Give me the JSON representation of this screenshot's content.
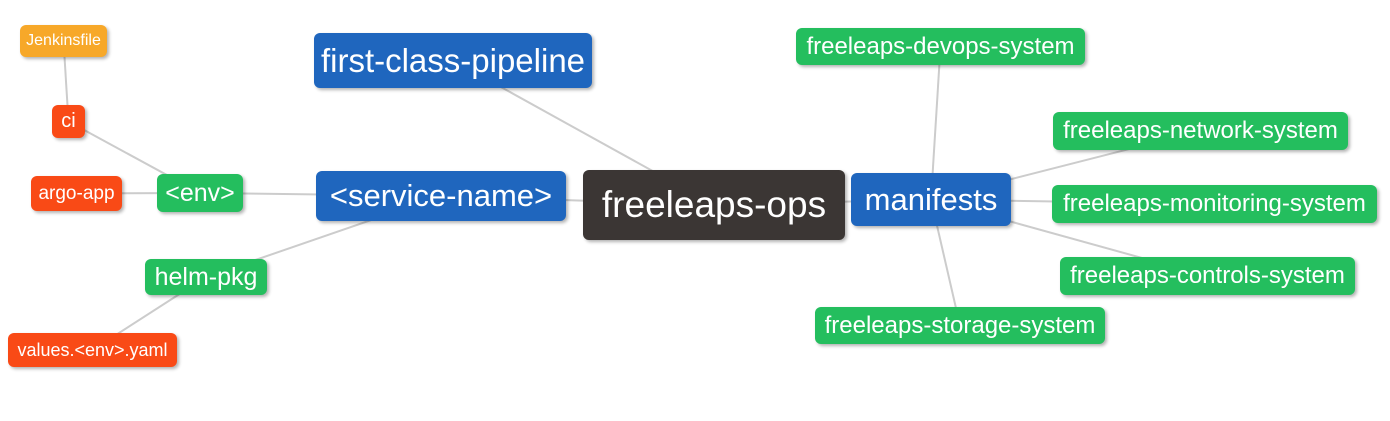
{
  "palette": {
    "blue": "#1f66be",
    "green": "#24be5e",
    "red": "#f94a16",
    "orange": "#f7a829",
    "dark": "#3b3634",
    "edge": "#cccccc",
    "text": "#ffffff",
    "background": "#ffffff"
  },
  "mindmap": {
    "root_label": "freeleaps-ops",
    "nodes": [
      {
        "id": "jenkinsfile",
        "label": "Jenkinsfile",
        "color": "orange"
      },
      {
        "id": "ci",
        "label": "ci",
        "color": "red"
      },
      {
        "id": "argo-app",
        "label": "argo-app",
        "color": "red"
      },
      {
        "id": "env",
        "label": "<env>",
        "color": "green"
      },
      {
        "id": "helm-pkg",
        "label": "helm-pkg",
        "color": "green"
      },
      {
        "id": "values",
        "label": "values.<env>.yaml",
        "color": "red"
      },
      {
        "id": "fcp",
        "label": "first-class-pipeline",
        "color": "blue"
      },
      {
        "id": "service",
        "label": "<service-name>",
        "color": "blue"
      },
      {
        "id": "ops",
        "label": "freeleaps-ops",
        "color": "dark"
      },
      {
        "id": "manifests",
        "label": "manifests",
        "color": "blue"
      },
      {
        "id": "devops",
        "label": "freeleaps-devops-system",
        "color": "green"
      },
      {
        "id": "network",
        "label": "freeleaps-network-system",
        "color": "green"
      },
      {
        "id": "monitoring",
        "label": "freeleaps-monitoring-system",
        "color": "green"
      },
      {
        "id": "controls",
        "label": "freeleaps-controls-system",
        "color": "green"
      },
      {
        "id": "storage",
        "label": "freeleaps-storage-system",
        "color": "green"
      }
    ],
    "edges": [
      {
        "from": "jenkinsfile",
        "to": "ci"
      },
      {
        "from": "ci",
        "to": "env"
      },
      {
        "from": "argo-app",
        "to": "env"
      },
      {
        "from": "env",
        "to": "service"
      },
      {
        "from": "helm-pkg",
        "to": "service"
      },
      {
        "from": "values",
        "to": "helm-pkg"
      },
      {
        "from": "fcp",
        "to": "ops"
      },
      {
        "from": "service",
        "to": "ops"
      },
      {
        "from": "ops",
        "to": "manifests"
      },
      {
        "from": "manifests",
        "to": "devops"
      },
      {
        "from": "manifests",
        "to": "network"
      },
      {
        "from": "manifests",
        "to": "monitoring"
      },
      {
        "from": "manifests",
        "to": "controls"
      },
      {
        "from": "manifests",
        "to": "storage"
      }
    ]
  }
}
